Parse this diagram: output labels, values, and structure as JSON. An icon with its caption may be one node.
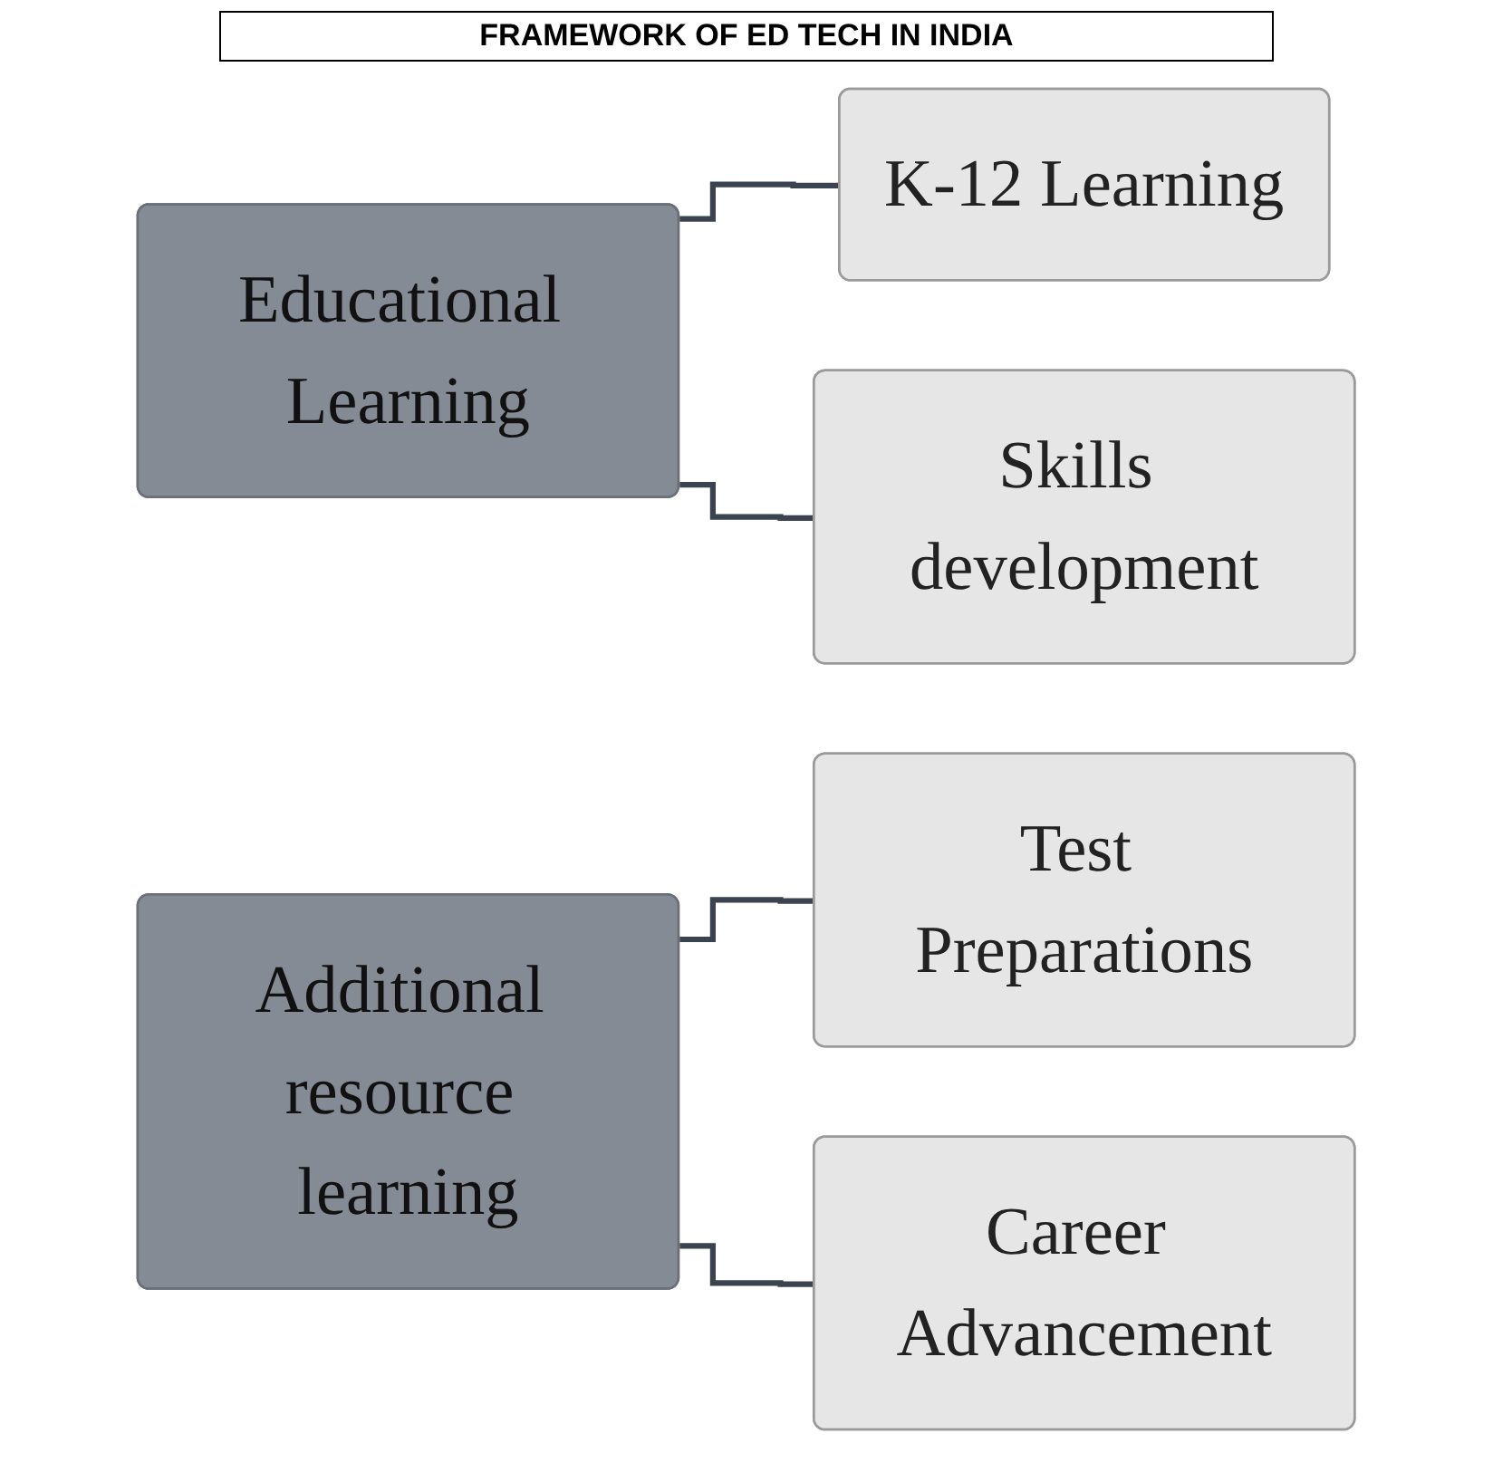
{
  "diagram": {
    "title": "FRAMEWORK OF ED TECH IN INDIA",
    "nodes": [
      {
        "text": [
          "Educational Learning"
        ]
      },
      {
        "text": [
          "K-12 Learning"
        ]
      },
      {
        "text": [
          "Skills development"
        ]
      },
      {
        "text": [
          "Additional resource learning"
        ]
      },
      {
        "text": [
          "Test Preparations"
        ]
      },
      {
        "text": [
          "Career Advancement"
        ]
      }
    ],
    "edges": [
      {
        "from": 0,
        "to": 1,
        "arrow": "none"
      },
      {
        "from": 0,
        "to": 2,
        "arrow": "none"
      },
      {
        "from": 3,
        "to": 4,
        "arrow": "none"
      },
      {
        "from": 3,
        "to": 5,
        "arrow": "none"
      }
    ]
  }
}
